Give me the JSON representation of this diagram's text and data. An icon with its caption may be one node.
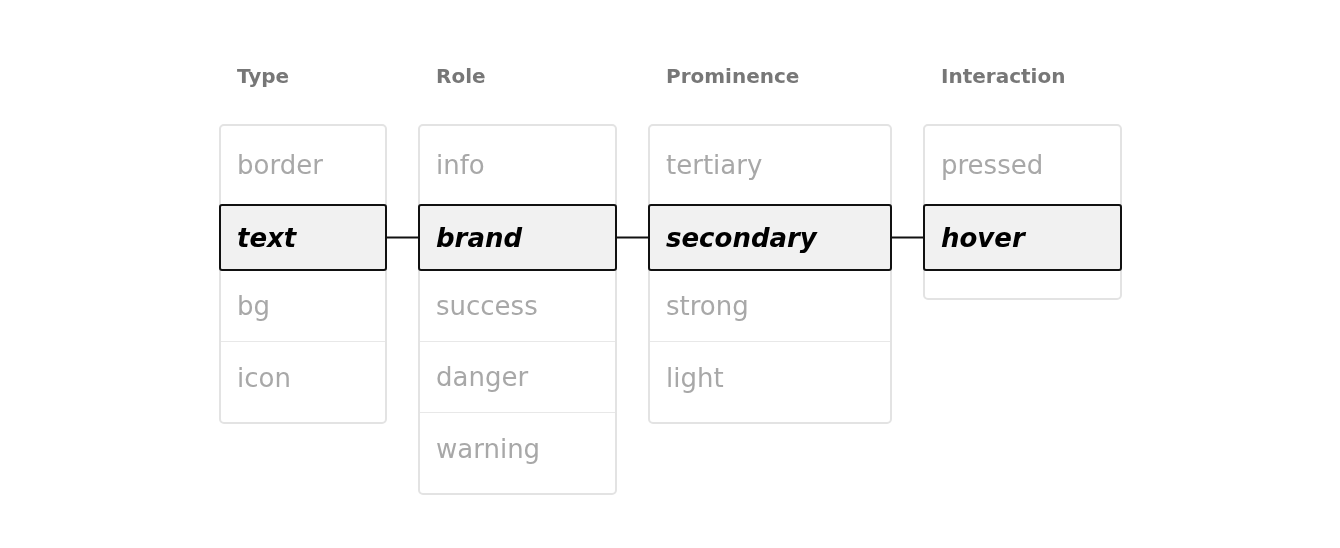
{
  "diagram": {
    "nodes": [
      {
        "text": [
          "Type"
        ]
      },
      {
        "text": [
          "border"
        ],
        "in": 0
      },
      {
        "text": [
          "text"
        ],
        "in": 0
      },
      {
        "text": [
          "bg"
        ],
        "in": 0
      },
      {
        "text": [
          "icon"
        ],
        "in": 0
      },
      {
        "text": [
          "Role"
        ]
      },
      {
        "text": [
          "info"
        ],
        "in": 5
      },
      {
        "text": [
          "brand"
        ],
        "in": 5
      },
      {
        "text": [
          "success"
        ],
        "in": 5
      },
      {
        "text": [
          "danger"
        ],
        "in": 5
      },
      {
        "text": [
          "warning"
        ],
        "in": 5
      },
      {
        "text": [
          "Prominence"
        ]
      },
      {
        "text": [
          "tertiary"
        ],
        "in": 11
      },
      {
        "text": [
          "secondary"
        ],
        "in": 11
      },
      {
        "text": [
          "strong"
        ],
        "in": 11
      },
      {
        "text": [
          "light"
        ],
        "in": 11
      },
      {
        "text": [
          "Interaction"
        ]
      },
      {
        "text": [
          "pressed"
        ],
        "in": 16
      },
      {
        "text": [
          "hover"
        ],
        "in": 16
      }
    ],
    "edges": [
      {
        "from": 2,
        "to": 7,
        "arrow": "none"
      },
      {
        "from": 7,
        "to": 13,
        "arrow": "none"
      },
      {
        "from": 13,
        "to": 18,
        "arrow": "none"
      }
    ]
  }
}
